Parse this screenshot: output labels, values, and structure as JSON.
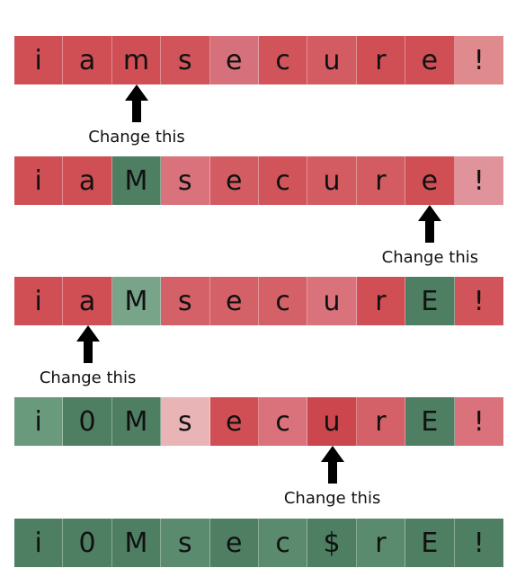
{
  "rows": [
    {
      "cells": [
        {
          "ch": "i",
          "color": "#cf4f55"
        },
        {
          "ch": "a",
          "color": "#cf4f55"
        },
        {
          "ch": "m",
          "color": "#cf4f55"
        },
        {
          "ch": "s",
          "color": "#d0545a"
        },
        {
          "ch": "e",
          "color": "#d6707a"
        },
        {
          "ch": "c",
          "color": "#d0545a"
        },
        {
          "ch": "u",
          "color": "#d25c62"
        },
        {
          "ch": "r",
          "color": "#cf4f55"
        },
        {
          "ch": "e",
          "color": "#cf4f55"
        },
        {
          "ch": "!",
          "color": "#df8b8e"
        }
      ],
      "annotation": {
        "label": "Change this",
        "index": 2
      }
    },
    {
      "cells": [
        {
          "ch": "i",
          "color": "#cf4f55"
        },
        {
          "ch": "a",
          "color": "#cf4f55"
        },
        {
          "ch": "M",
          "color": "#4f7f63"
        },
        {
          "ch": "s",
          "color": "#d9727a"
        },
        {
          "ch": "e",
          "color": "#d25c62"
        },
        {
          "ch": "c",
          "color": "#d0545a"
        },
        {
          "ch": "u",
          "color": "#d25c62"
        },
        {
          "ch": "r",
          "color": "#d25c62"
        },
        {
          "ch": "e",
          "color": "#cf4f55"
        },
        {
          "ch": "!",
          "color": "#e0939a"
        }
      ],
      "annotation": {
        "label": "Change this",
        "index": 8
      }
    },
    {
      "cells": [
        {
          "ch": "i",
          "color": "#cf4f55"
        },
        {
          "ch": "a",
          "color": "#cf4f55"
        },
        {
          "ch": "M",
          "color": "#78a58a"
        },
        {
          "ch": "s",
          "color": "#d46168"
        },
        {
          "ch": "e",
          "color": "#d46168"
        },
        {
          "ch": "c",
          "color": "#d46168"
        },
        {
          "ch": "u",
          "color": "#d9727a"
        },
        {
          "ch": "r",
          "color": "#cf4f55"
        },
        {
          "ch": "E",
          "color": "#4f7f63"
        },
        {
          "ch": "!",
          "color": "#d0545a"
        }
      ],
      "annotation": {
        "label": "Change this",
        "index": 1
      }
    },
    {
      "cells": [
        {
          "ch": "i",
          "color": "#6a9a7c"
        },
        {
          "ch": "0",
          "color": "#4f7f63"
        },
        {
          "ch": "M",
          "color": "#4f7f63"
        },
        {
          "ch": "s",
          "color": "#e8b4b6"
        },
        {
          "ch": "e",
          "color": "#cf4f55"
        },
        {
          "ch": "c",
          "color": "#d9727a"
        },
        {
          "ch": "u",
          "color": "#cc464d"
        },
        {
          "ch": "r",
          "color": "#d46168"
        },
        {
          "ch": "E",
          "color": "#4f7f63"
        },
        {
          "ch": "!",
          "color": "#d9727a"
        }
      ],
      "annotation": {
        "label": "Change this",
        "index": 6
      }
    },
    {
      "cells": [
        {
          "ch": "i",
          "color": "#4f7f63"
        },
        {
          "ch": "0",
          "color": "#4f7f63"
        },
        {
          "ch": "M",
          "color": "#4f7f63"
        },
        {
          "ch": "s",
          "color": "#5b8b6e"
        },
        {
          "ch": "e",
          "color": "#4f7f63"
        },
        {
          "ch": "c",
          "color": "#5b8b6e"
        },
        {
          "ch": "$",
          "color": "#4f7f63"
        },
        {
          "ch": "r",
          "color": "#5b8b6e"
        },
        {
          "ch": "E",
          "color": "#4f7f63"
        },
        {
          "ch": "!",
          "color": "#4f7f63"
        }
      ],
      "annotation": null
    }
  ]
}
